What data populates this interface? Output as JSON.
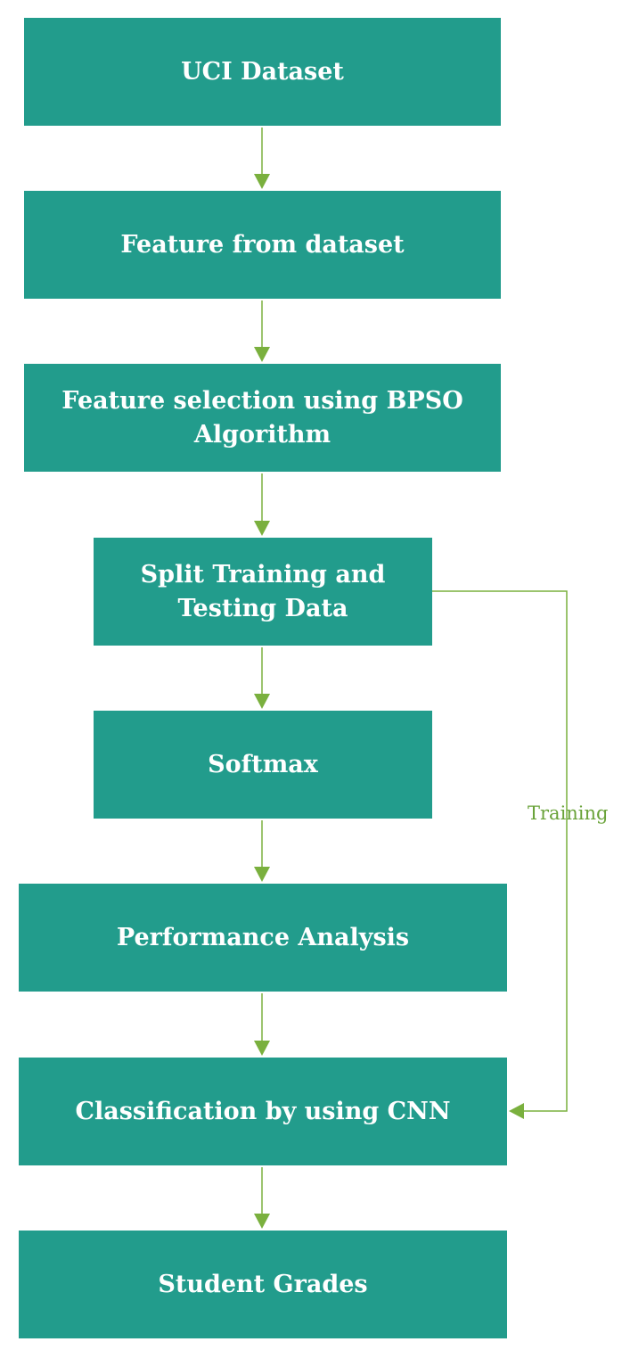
{
  "colors": {
    "box_fill": "#229c8c",
    "box_text": "#ffffff",
    "connector": "#7ab03e",
    "label_text": "#6aa33a"
  },
  "nodes": [
    {
      "id": "uci-dataset",
      "label": "UCI Dataset"
    },
    {
      "id": "feature-from-dataset",
      "label": "Feature from dataset"
    },
    {
      "id": "feature-selection-bpso",
      "label": "Feature selection using BPSO Algorithm"
    },
    {
      "id": "split-training-testing",
      "label": "Split Training and Testing Data"
    },
    {
      "id": "softmax",
      "label": "Softmax"
    },
    {
      "id": "performance-analysis",
      "label": "Performance Analysis"
    },
    {
      "id": "classification-cnn",
      "label": "Classification by using CNN"
    },
    {
      "id": "student-grades",
      "label": "Student Grades"
    }
  ],
  "edges": [
    {
      "from": "uci-dataset",
      "to": "feature-from-dataset"
    },
    {
      "from": "feature-from-dataset",
      "to": "feature-selection-bpso"
    },
    {
      "from": "feature-selection-bpso",
      "to": "split-training-testing"
    },
    {
      "from": "split-training-testing",
      "to": "softmax"
    },
    {
      "from": "softmax",
      "to": "performance-analysis"
    },
    {
      "from": "performance-analysis",
      "to": "classification-cnn"
    },
    {
      "from": "classification-cnn",
      "to": "student-grades"
    },
    {
      "from": "split-training-testing",
      "to": "classification-cnn",
      "label": "Training"
    }
  ]
}
